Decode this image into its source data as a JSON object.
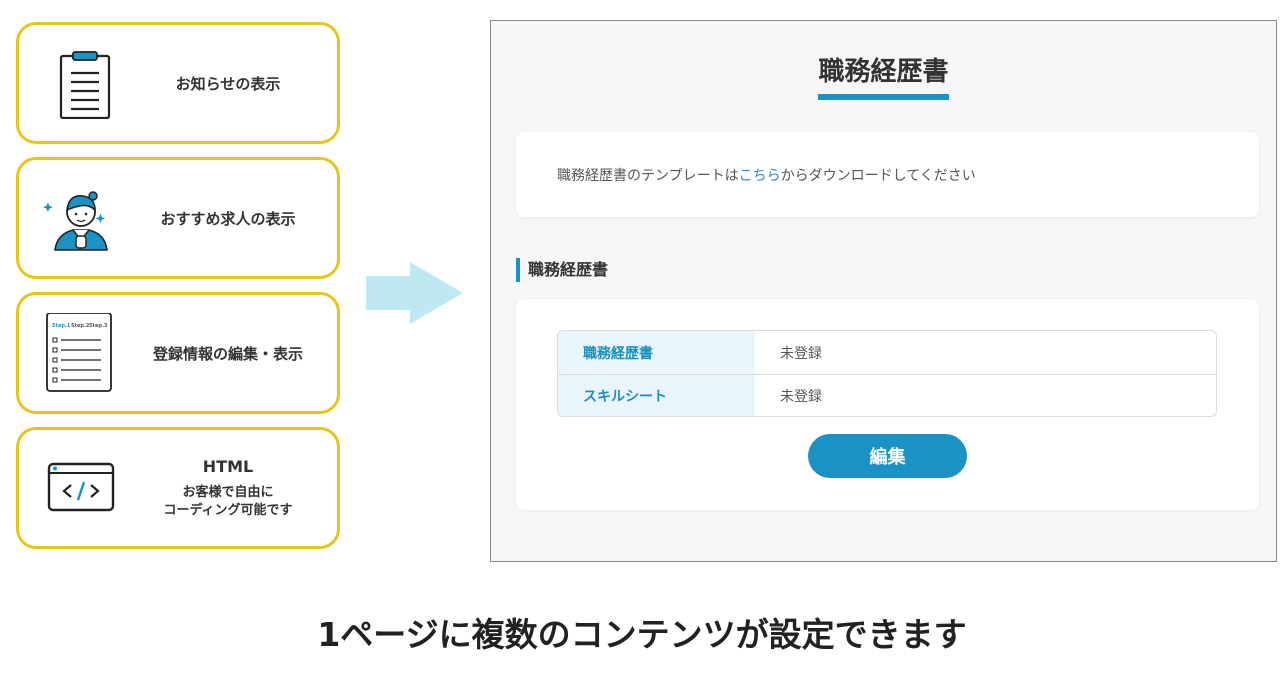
{
  "cards": [
    {
      "label": "お知らせの表示",
      "icon": "clipboard-icon"
    },
    {
      "label": "おすすめ求人の表示",
      "icon": "person-icon"
    },
    {
      "label": "登録情報の編集・表示",
      "icon": "step-form-icon"
    },
    {
      "head": "HTML",
      "sub_line1": "お客様で自由に",
      "sub_line2": "コーディング可能です",
      "icon": "code-window-icon"
    }
  ],
  "step_form_icon": {
    "step1": "Step.1",
    "step2": "Step.2",
    "step3": "Step.3"
  },
  "arrow": {
    "icon": "right-arrow-icon",
    "color": "#bfe9f2"
  },
  "panel": {
    "title": "職務経歴書",
    "notice": {
      "before": "職務経歴書のテンプレートは",
      "link": "こちら",
      "after": "からダウンロードしてください"
    },
    "section_title": "職務経歴書",
    "rows": [
      {
        "label": "職務経歴書",
        "value": "未登録"
      },
      {
        "label": "スキルシート",
        "value": "未登録"
      }
    ],
    "edit_label": "編集"
  },
  "caption": "1ページに複数のコンテンツが設定できます",
  "colors": {
    "card_border": "#e6c51c",
    "accent": "#1a93c4",
    "link": "#2a8cc4"
  }
}
